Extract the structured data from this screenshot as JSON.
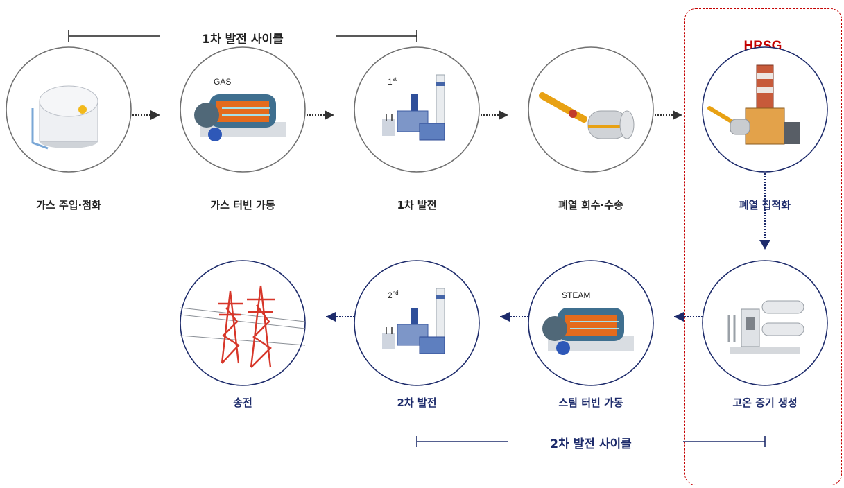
{
  "cycle1": {
    "title": "1차 발전 사이클"
  },
  "cycle2": {
    "title": "2차 발전 사이클"
  },
  "hrsg": {
    "label": "HRSG"
  },
  "colors": {
    "cycle1": "#222222",
    "cycle2": "#1d2b6b",
    "hrsg": "#c40000"
  },
  "steps": [
    {
      "label": "가스 주입·점화",
      "icon": "lng-tank-icon",
      "tag": ""
    },
    {
      "label": "가스 터빈 가동",
      "icon": "gas-turbine-icon",
      "tag": "GAS"
    },
    {
      "label": "1차 발전",
      "icon": "power-plant-icon",
      "tag": "1",
      "tag_sup": "st"
    },
    {
      "label": "폐열 회수·수송",
      "icon": "exhaust-pipe-icon",
      "tag": ""
    },
    {
      "label": "폐열 집적화",
      "icon": "hrsg-stack-icon",
      "tag": ""
    },
    {
      "label": "고온 증기 생성",
      "icon": "steam-generator-icon",
      "tag": ""
    },
    {
      "label": "스팀 터빈 가동",
      "icon": "steam-turbine-icon",
      "tag": "STEAM"
    },
    {
      "label": "2차 발전",
      "icon": "power-plant-icon",
      "tag": "2",
      "tag_sup": "nd"
    },
    {
      "label": "송전",
      "icon": "transmission-tower-icon",
      "tag": ""
    }
  ]
}
